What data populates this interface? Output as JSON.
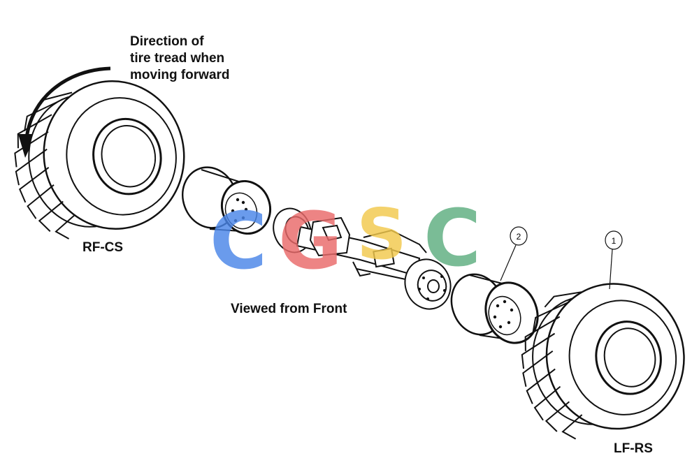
{
  "direction_note": {
    "line1": "Direction of",
    "line2": "tire tread when",
    "line3": "moving forward"
  },
  "labels": {
    "right_front": "RF-CS",
    "left_front": "LF-RS",
    "view": "Viewed from Front"
  },
  "callouts": {
    "wheel_rim": "2",
    "tire": "1"
  },
  "watermark": {
    "letters": [
      "C",
      "G",
      "S",
      "C"
    ],
    "colors": [
      "#4a86e8",
      "#ea6a6a",
      "#f2c94c",
      "#5dae7f"
    ]
  },
  "colors": {
    "line": "#111111",
    "background": "#ffffff"
  }
}
